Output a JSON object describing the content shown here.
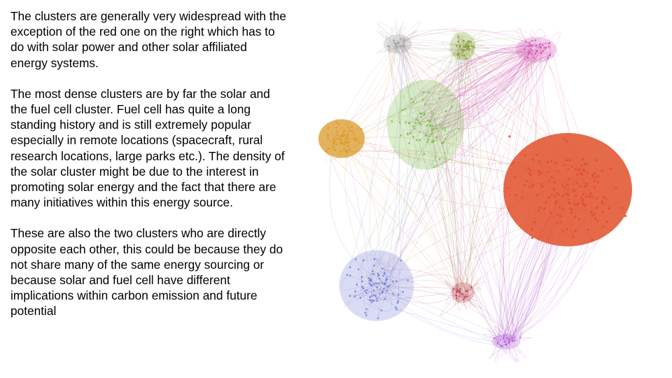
{
  "slide": {
    "paragraphs": [
      "The clusters are generally very widespread with the exception of the red one on the right which has to do with solar power and other solar affiliated energy systems.",
      "The most dense clusters are by far the solar and the fuel cell cluster. Fuel cell has quite a long standing history and is still extremely popular especially in remote locations (spacecraft, rural research locations, large parks etc.). The density of the solar cluster might be due to the interest in promoting solar energy and the fact that there are many initiatives within this energy source.",
      "These are also the two clusters who are directly opposite each other, this could be because they do not share many of the same energy sourcing or because solar and fuel cell have different implications within carbon emission and future potential"
    ]
  },
  "network": {
    "colors": {
      "red": "#e0502a",
      "orange": "#d99a2b",
      "green": "#7cc04c",
      "olive": "#7e9c2a",
      "magenta": "#d65cb8",
      "blue": "#7a80d6",
      "darkred": "#b83a48",
      "purple": "#b25ad4",
      "gray": "#9a9a9a"
    },
    "clusters": [
      {
        "name": "red",
        "color_key": "red"
      },
      {
        "name": "orange",
        "color_key": "orange"
      },
      {
        "name": "green",
        "color_key": "green"
      },
      {
        "name": "olive",
        "color_key": "olive"
      },
      {
        "name": "magenta",
        "color_key": "magenta"
      },
      {
        "name": "blue",
        "color_key": "blue"
      },
      {
        "name": "darkred",
        "color_key": "darkred"
      },
      {
        "name": "purple",
        "color_key": "purple"
      },
      {
        "name": "gray",
        "color_key": "gray"
      }
    ]
  }
}
